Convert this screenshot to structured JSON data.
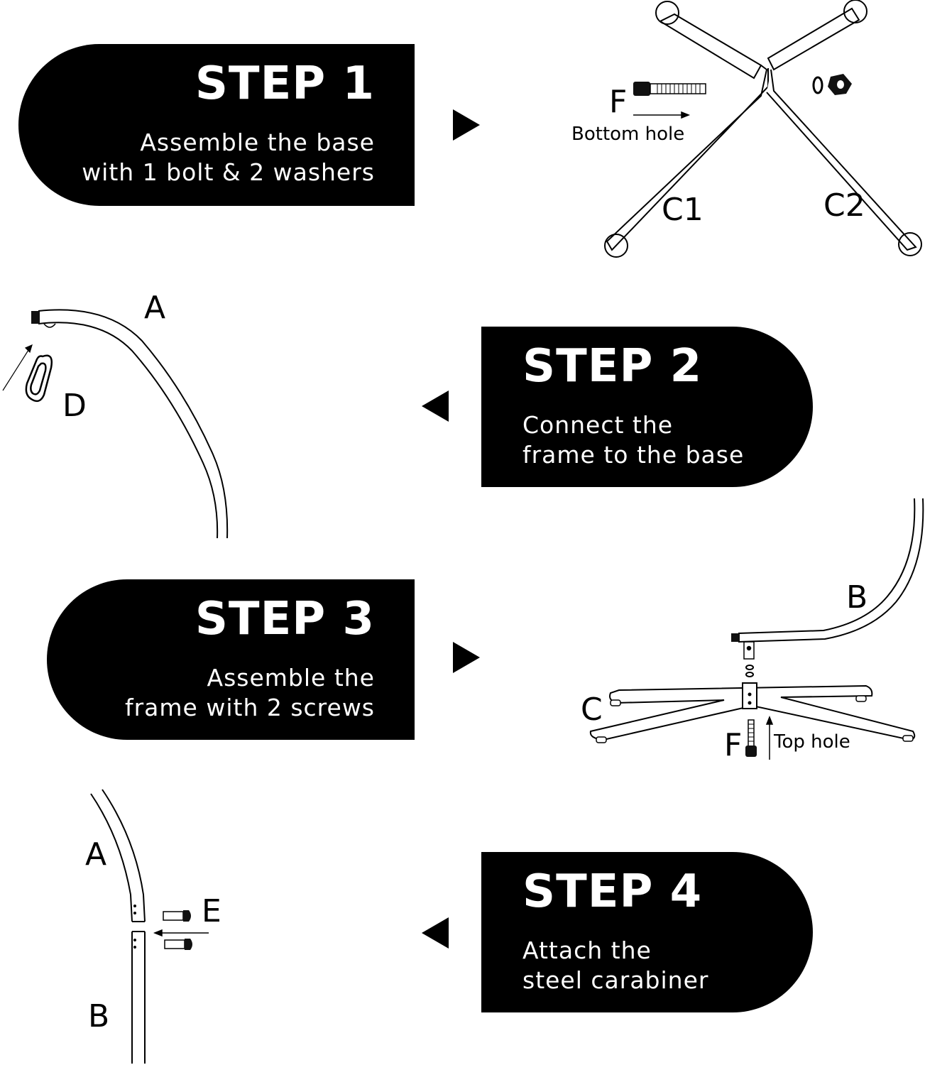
{
  "steps": [
    {
      "title": "STEP 1",
      "line1": "Assemble the base",
      "line2": "with 1 bolt & 2 washers"
    },
    {
      "title": "STEP 2",
      "line1": "Connect the",
      "line2": "frame to the base"
    },
    {
      "title": "STEP 3",
      "line1": "Assemble the",
      "line2": "frame with 2 screws"
    },
    {
      "title": "STEP 4",
      "line1": "Attach the",
      "line2": "steel carabiner"
    }
  ],
  "labels": {
    "f": "F",
    "bottom_hole": "Bottom hole",
    "c1": "C1",
    "c2": "C2",
    "a": "A",
    "d": "D",
    "b": "B",
    "c": "C",
    "top_hole": "Top hole",
    "e": "E"
  }
}
